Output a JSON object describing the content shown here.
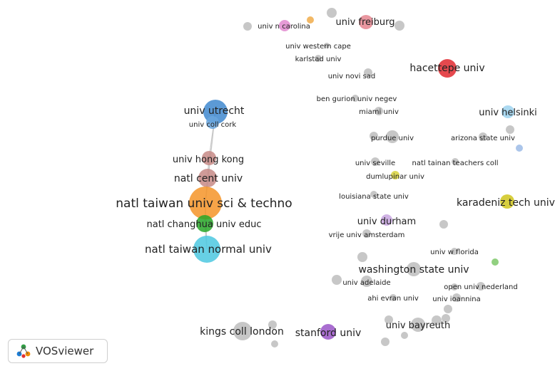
{
  "app": {
    "brand_label": "VOSviewer",
    "brand_icon": "vosviewer-logo-icon"
  },
  "map": {
    "link_color": "#c8c8c8",
    "items": [
      {
        "label": "univ n carolina",
        "color": "#e28ad0",
        "weight": 1
      },
      {
        "label": "univ freiburg",
        "color": "#e5858f",
        "weight": 2
      },
      {
        "label": "univ western cape",
        "color": "#bdbdbd",
        "weight": 1
      },
      {
        "label": "karlstad univ",
        "color": "#bdbdbd",
        "weight": 1
      },
      {
        "label": "univ novi sad",
        "color": "#bdbdbd",
        "weight": 1
      },
      {
        "label": "hacettepe univ",
        "color": "#e0292f",
        "weight": 3
      },
      {
        "label": "ben gurion univ negev",
        "color": "#bdbdbd",
        "weight": 1
      },
      {
        "label": "miami univ",
        "color": "#bdbdbd",
        "weight": 1
      },
      {
        "label": "univ helsinki",
        "color": "#9cd2ef",
        "weight": 2
      },
      {
        "label": "univ utrecht",
        "color": "#3f88cf",
        "weight": 4
      },
      {
        "label": "univ coll cork",
        "color": "#6aa6dd",
        "weight": 1
      },
      {
        "label": "purdue univ",
        "color": "#bdbdbd",
        "weight": 1
      },
      {
        "label": "arizona state univ",
        "color": "#bdbdbd",
        "weight": 1
      },
      {
        "label": "univ hong kong",
        "color": "#c78a86",
        "weight": 2
      },
      {
        "label": "univ seville",
        "color": "#bdbdbd",
        "weight": 1
      },
      {
        "label": "natl tainan teachers coll",
        "color": "#bdbdbd",
        "weight": 1
      },
      {
        "label": "dumlupinar univ",
        "color": "#d8d23c",
        "weight": 1
      },
      {
        "label": "natl cent univ",
        "color": "#c78a86",
        "weight": 3
      },
      {
        "label": "natl taiwan univ sci & techno",
        "color": "#f59428",
        "weight": 6
      },
      {
        "label": "louisiana state univ",
        "color": "#bdbdbd",
        "weight": 1
      },
      {
        "label": "karadeniz tech univ",
        "color": "#d0c61c",
        "weight": 3
      },
      {
        "label": "univ durham",
        "color": "#c8a6e0",
        "weight": 2
      },
      {
        "label": "natl changhua univ educ",
        "color": "#28a728",
        "weight": 2
      },
      {
        "label": "vrije univ amsterdam",
        "color": "#bdbdbd",
        "weight": 1
      },
      {
        "label": "natl taiwan normal univ",
        "color": "#4cc8e0",
        "weight": 5
      },
      {
        "label": "univ w florida",
        "color": "#bdbdbd",
        "weight": 1
      },
      {
        "label": "washington state univ",
        "color": "#bdbdbd",
        "weight": 3
      },
      {
        "label": "univ adelaide",
        "color": "#bdbdbd",
        "weight": 1
      },
      {
        "label": "open univ nederland",
        "color": "#bdbdbd",
        "weight": 1
      },
      {
        "label": "ahi evran univ",
        "color": "#bdbdbd",
        "weight": 1
      },
      {
        "label": "univ ioannina",
        "color": "#bdbdbd",
        "weight": 1
      },
      {
        "label": "univ bayreuth",
        "color": "#bdbdbd",
        "weight": 2
      },
      {
        "label": "kings coll london",
        "color": "#bdbdbd",
        "weight": 3
      },
      {
        "label": "stanford univ",
        "color": "#9a55c8",
        "weight": 3
      }
    ]
  }
}
